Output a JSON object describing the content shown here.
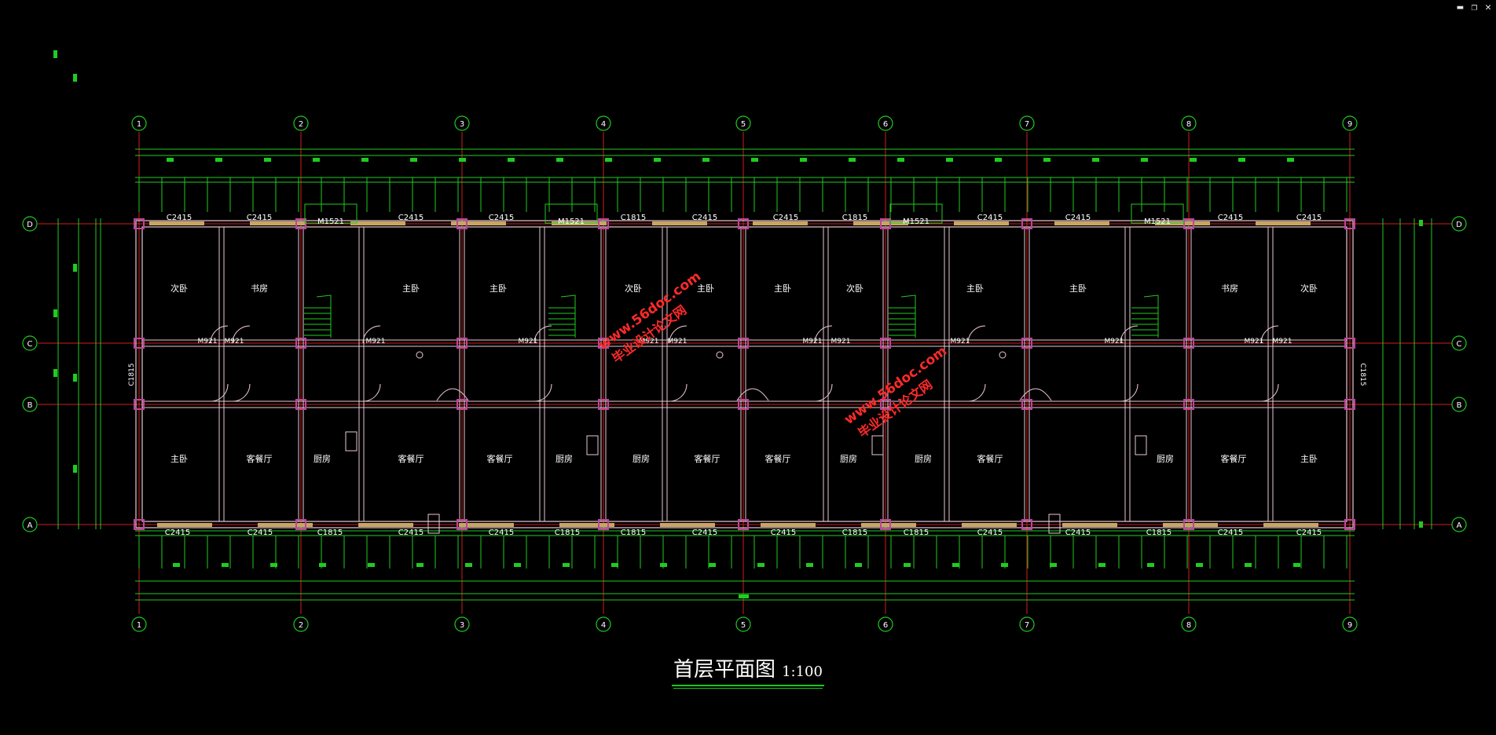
{
  "window": {
    "minimize": "▬",
    "restore": "❐",
    "close": "✕"
  },
  "drawing": {
    "title": "首层平面图",
    "scale": "1:100",
    "axes_numeric": [
      "1",
      "2",
      "3",
      "4",
      "5",
      "6",
      "7",
      "8",
      "9"
    ],
    "axes_letter": [
      "D",
      "C",
      "B",
      "A"
    ],
    "top_windows": [
      "C2415",
      "C2415",
      "C2415",
      "C2415",
      "C1815",
      "C2415",
      "C2415",
      "C1815",
      "C2415",
      "C2415",
      "C2415",
      "C2415"
    ],
    "top_doors": [
      "M1521",
      "M1521",
      "M1521",
      "M1521"
    ],
    "bottom_windows": [
      "C2415",
      "C2415",
      "C1815",
      "C2415",
      "C2415",
      "C1815",
      "C1815",
      "C2415",
      "C2415",
      "C1815",
      "C1815",
      "C2415",
      "C2415",
      "C1815",
      "C2415",
      "C2415"
    ],
    "door_labels": [
      "M921",
      "M921",
      "M921",
      "M921",
      "M921",
      "M921",
      "M921",
      "M921",
      "M921",
      "M921",
      "M921",
      "M921"
    ],
    "side_windows": [
      "C1815",
      "C1815"
    ],
    "rooms_top": [
      "次卧",
      "书房",
      "主卧",
      "主卧",
      "次卧",
      "主卧",
      "主卧",
      "次卧",
      "主卧",
      "主卧",
      "书房",
      "次卧"
    ],
    "rooms_bottom": [
      "主卧",
      "客餐厅",
      "厨房",
      "客餐厅",
      "客餐厅",
      "厨房",
      "厨房",
      "客餐厅",
      "客餐厅",
      "厨房",
      "厨房",
      "客餐厅",
      "厨房",
      "客餐厅",
      "主卧"
    ],
    "watermark": {
      "url": "www.56doc.com",
      "text": "毕业设计论文网"
    },
    "colors": {
      "grid": "#d21d1d",
      "dimension": "#1fcc1f",
      "wall": "#e9c9d4",
      "window": "#c9a660",
      "column": "#c0449c",
      "text": "#ffffff",
      "watermark": "#ff2a2a"
    }
  }
}
